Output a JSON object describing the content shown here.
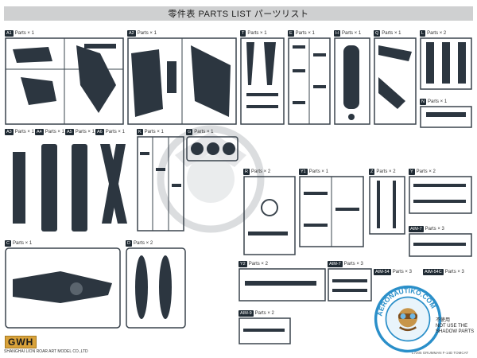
{
  "header": {
    "title": "零件表    PARTS LIST    パーツリスト"
  },
  "panels": [
    {
      "id": "a",
      "code": "A1",
      "qty": "Parts × 1",
      "x": 0,
      "y": 0
    },
    {
      "id": "b",
      "code": "A2",
      "qty": "Parts × 1",
      "x": 0,
      "y": 0
    },
    {
      "id": "c",
      "code": "T",
      "qty": "Parts × 1",
      "x": 0,
      "y": 0
    },
    {
      "id": "d",
      "code": "E",
      "qty": "Parts × 1",
      "x": 0,
      "y": 0
    },
    {
      "id": "e",
      "code": "H",
      "qty": "Parts × 1",
      "x": 0,
      "y": 0
    },
    {
      "id": "f",
      "code": "Q",
      "qty": "Parts × 1",
      "x": 0,
      "y": 0
    },
    {
      "id": "g",
      "code": "L",
      "qty": "Parts × 2",
      "x": 0,
      "y": 0
    },
    {
      "id": "h",
      "code": "N",
      "qty": "Parts × 1",
      "x": 0,
      "y": 0
    },
    {
      "id": "i",
      "code": "A3",
      "qty": "Parts × 1",
      "x": 0,
      "y": 0
    },
    {
      "id": "j",
      "code": "A4",
      "qty": "Parts × 1",
      "x": 0,
      "y": 0
    },
    {
      "id": "k",
      "code": "A5",
      "qty": "Parts × 1",
      "x": 0,
      "y": 0
    },
    {
      "id": "l",
      "code": "A6",
      "qty": "Parts × 1",
      "x": 0,
      "y": 0
    },
    {
      "id": "m",
      "code": "K",
      "qty": "Parts × 1",
      "x": 0,
      "y": 0
    },
    {
      "id": "n",
      "code": "G",
      "qty": "Parts × 1",
      "x": 0,
      "y": 0
    },
    {
      "id": "o",
      "code": "R",
      "qty": "Parts × 2",
      "x": 0,
      "y": 0
    },
    {
      "id": "p",
      "code": "Y1",
      "qty": "Parts × 1",
      "x": 0,
      "y": 0
    },
    {
      "id": "q",
      "code": "Z",
      "qty": "Parts × 2",
      "x": 0,
      "y": 0
    },
    {
      "id": "r",
      "code": "Y",
      "qty": "Parts × 2",
      "x": 0,
      "y": 0
    },
    {
      "id": "s",
      "code": "C",
      "qty": "Parts × 1",
      "x": 0,
      "y": 0
    },
    {
      "id": "t",
      "code": "D",
      "qty": "Parts × 2",
      "x": 0,
      "y": 0
    },
    {
      "id": "u",
      "code": "Y2",
      "qty": "Parts × 2",
      "x": 0,
      "y": 0
    },
    {
      "id": "v",
      "code": "AIM-7",
      "qty": "Parts × 3",
      "x": 0,
      "y": 0
    },
    {
      "id": "w",
      "code": "AIM-7",
      "qty": "Parts × 3",
      "x": 0,
      "y": 0
    },
    {
      "id": "x",
      "code": "AIM-54",
      "qty": "Parts × 3",
      "x": 0,
      "y": 0
    },
    {
      "id": "y",
      "code": "AIM-54C",
      "qty": "Parts × 3",
      "x": 0,
      "y": 0
    },
    {
      "id": "z",
      "code": "AIM-9",
      "qty": "Parts × 2",
      "x": 0,
      "y": 0
    }
  ],
  "footer": {
    "logo": "GWH",
    "company": "SHANGHAI LION ROAR ART MODEL CO.,LTD",
    "kit": "L7205 GRUMMAN F-14D TOMCAT",
    "shadow_note_line1": "不使用",
    "shadow_note_line2": "NOT USE THE",
    "shadow_note_line3": "SHADOW PARTS",
    "watermark_text": "AERONAUTIKO.COM"
  },
  "colors": {
    "part": "#2c3640",
    "runner": "#3a444d",
    "title_bg": "#cfd0d1",
    "logo_bg": "#d9a23a",
    "watermark_blue": "#2a8fc9"
  }
}
